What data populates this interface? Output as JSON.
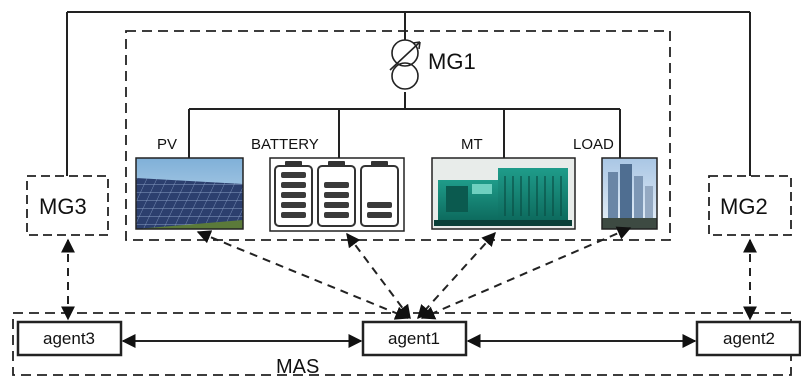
{
  "diagram": {
    "mg1_label": "MG1",
    "mg2_label": "MG2",
    "mg3_label": "MG3",
    "mas_label": "MAS",
    "components": {
      "pv": "PV",
      "battery": "BATTERY",
      "mt": "MT",
      "load": "LOAD"
    },
    "agents": {
      "agent1": "agent1",
      "agent2": "agent2",
      "agent3": "agent3"
    }
  }
}
